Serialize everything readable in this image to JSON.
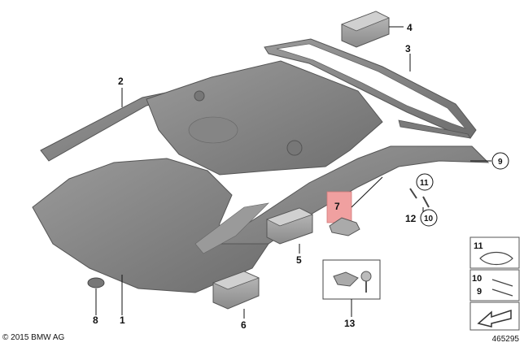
{
  "callouts": {
    "c1": "1",
    "c2": "2",
    "c3": "3",
    "c4": "4",
    "c5": "5",
    "c6": "6",
    "c7": "7",
    "c8": "8",
    "c9": "9",
    "c10": "10",
    "c11": "11",
    "c12": "12",
    "c13": "13"
  },
  "legend": {
    "top": "11",
    "mid_a": "10",
    "mid_b": "9"
  },
  "footer": {
    "copyright": "© 2015 BMW AG",
    "diagram_id": "465295"
  },
  "colors": {
    "panel_fill": "#8c8c8c",
    "panel_edge": "#5a5a5a",
    "highlight": "#f0a0a0"
  }
}
